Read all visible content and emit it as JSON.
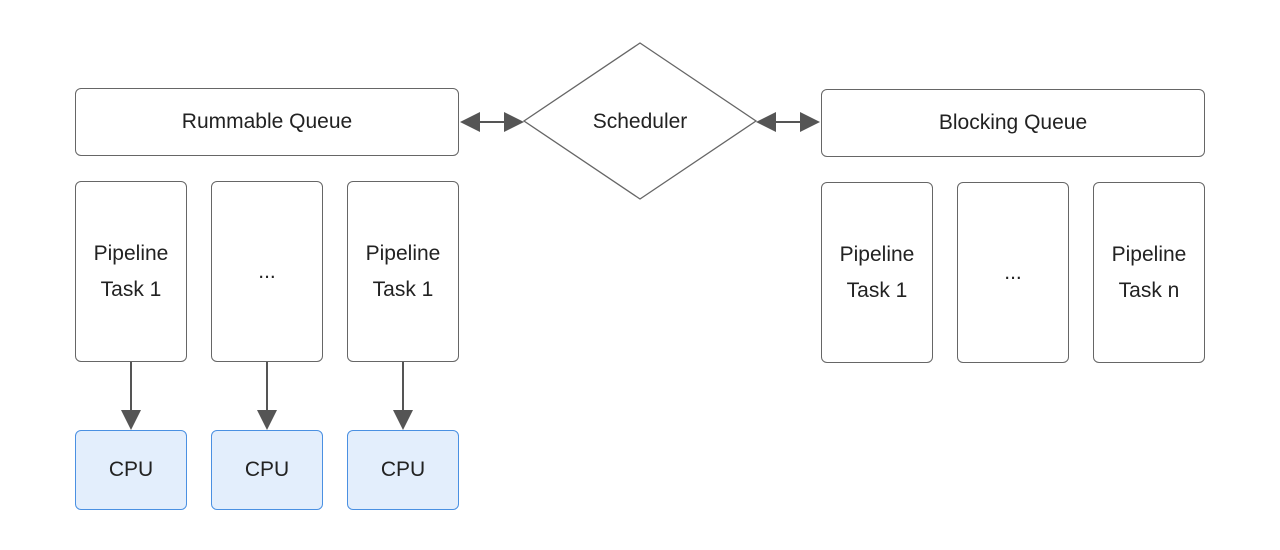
{
  "scheduler": {
    "label": "Scheduler"
  },
  "runnable_queue": {
    "label": "Rummable Queue",
    "tasks": [
      "Pipeline\nTask 1",
      "...",
      "Pipeline\nTask 1"
    ],
    "cpus": [
      "CPU",
      "CPU",
      "CPU"
    ]
  },
  "blocking_queue": {
    "label": "Blocking Queue",
    "tasks": [
      "Pipeline\nTask 1",
      "...",
      "Pipeline\nTask n"
    ]
  },
  "colors": {
    "stroke": "#666666",
    "arrow": "#555555",
    "cpu_fill": "#e3eefc",
    "cpu_border": "#4a90e2"
  }
}
